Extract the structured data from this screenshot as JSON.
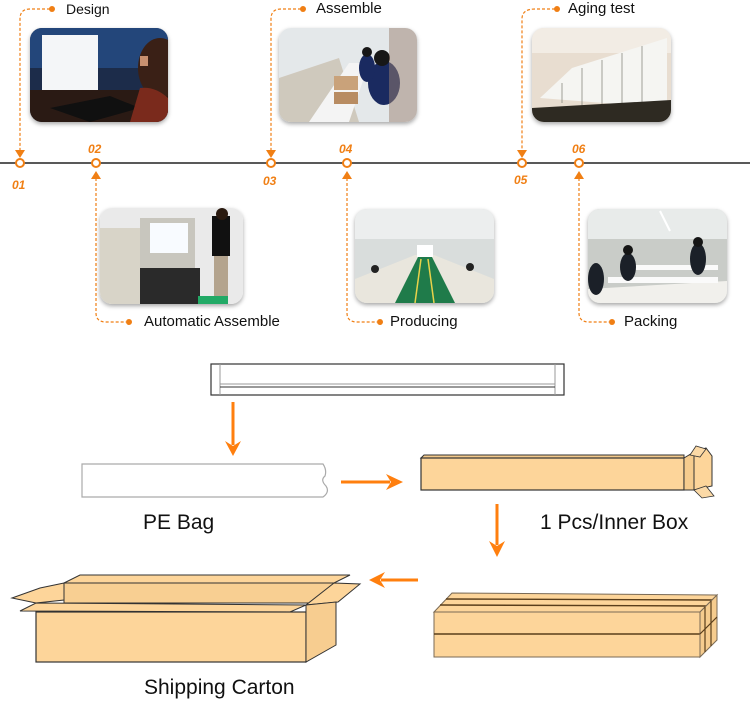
{
  "accent_color": "#f07f14",
  "timeline": {
    "steps": [
      {
        "number": "01",
        "label": "Design",
        "photo": "designer-at-computer-photo"
      },
      {
        "number": "02",
        "label": "Automatic Assemble",
        "photo": "automatic-assembly-machine-photo"
      },
      {
        "number": "03",
        "label": "Assemble",
        "photo": "assembly-line-workers-photo"
      },
      {
        "number": "04",
        "label": "Producing",
        "photo": "production-floor-photo"
      },
      {
        "number": "05",
        "label": "Aging test",
        "photo": "aging-test-rack-photo"
      },
      {
        "number": "06",
        "label": "Packing",
        "photo": "packing-workers-photo"
      }
    ]
  },
  "packaging": {
    "labels": {
      "pe_bag": "PE Bag",
      "inner_box": "1 Pcs/Inner Box",
      "shipping_carton": "Shipping Carton"
    },
    "box_color": "#fdd59a"
  }
}
